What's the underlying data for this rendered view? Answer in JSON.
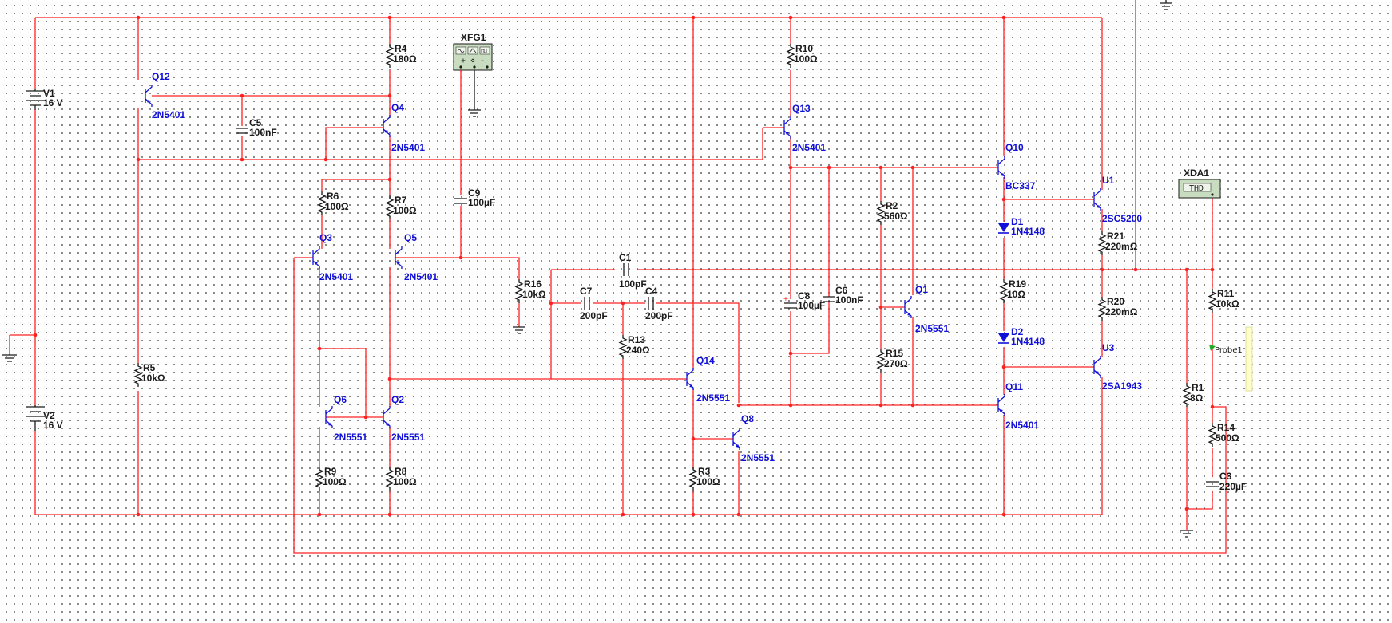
{
  "instruments": {
    "xfg1": {
      "ref": "XFG1"
    },
    "xda1": {
      "ref": "XDA1",
      "label": "THD"
    },
    "probe": {
      "label": "Probe1"
    }
  },
  "sources": [
    {
      "ref": "V1",
      "value": "16 V"
    },
    {
      "ref": "V2",
      "value": "16 V"
    }
  ],
  "resistors": [
    {
      "ref": "R4",
      "value": "180Ω"
    },
    {
      "ref": "R5",
      "value": "10kΩ"
    },
    {
      "ref": "R6",
      "value": "100Ω"
    },
    {
      "ref": "R7",
      "value": "100Ω"
    },
    {
      "ref": "R8",
      "value": "100Ω"
    },
    {
      "ref": "R9",
      "value": "100Ω"
    },
    {
      "ref": "R16",
      "value": "10kΩ"
    },
    {
      "ref": "R13",
      "value": "240Ω"
    },
    {
      "ref": "R3",
      "value": "100Ω"
    },
    {
      "ref": "R10",
      "value": "100Ω"
    },
    {
      "ref": "R2",
      "value": "560Ω"
    },
    {
      "ref": "R15",
      "value": "270Ω"
    },
    {
      "ref": "R19",
      "value": "10Ω"
    },
    {
      "ref": "R21",
      "value": "220mΩ"
    },
    {
      "ref": "R20",
      "value": "220mΩ"
    },
    {
      "ref": "R11",
      "value": "10kΩ"
    },
    {
      "ref": "R1",
      "value": "8Ω"
    },
    {
      "ref": "R14",
      "value": "500Ω"
    }
  ],
  "capacitors": [
    {
      "ref": "C5",
      "value": "100nF"
    },
    {
      "ref": "C9",
      "value": "100µF"
    },
    {
      "ref": "C1",
      "value": "100pF"
    },
    {
      "ref": "C7",
      "value": "200pF"
    },
    {
      "ref": "C4",
      "value": "200pF"
    },
    {
      "ref": "C8",
      "value": "100µF"
    },
    {
      "ref": "C6",
      "value": "100nF"
    },
    {
      "ref": "C3",
      "value": "220µF"
    }
  ],
  "transistors": [
    {
      "ref": "Q12",
      "value": "2N5401"
    },
    {
      "ref": "Q4",
      "value": "2N5401"
    },
    {
      "ref": "Q3",
      "value": "2N5401"
    },
    {
      "ref": "Q5",
      "value": "2N5401"
    },
    {
      "ref": "Q6",
      "value": "2N5551"
    },
    {
      "ref": "Q2",
      "value": "2N5551"
    },
    {
      "ref": "Q14",
      "value": "2N5551"
    },
    {
      "ref": "Q8",
      "value": "2N5551"
    },
    {
      "ref": "Q13",
      "value": "2N5401"
    },
    {
      "ref": "Q1",
      "value": "2N5551"
    },
    {
      "ref": "Q10",
      "value": "BC337"
    },
    {
      "ref": "Q11",
      "value": "2N5401"
    },
    {
      "ref": "U1",
      "value": "2SC5200"
    },
    {
      "ref": "U3",
      "value": "2SA1943"
    }
  ],
  "diodes": [
    {
      "ref": "D1",
      "value": "1N4148"
    },
    {
      "ref": "D2",
      "value": "1N4148"
    }
  ],
  "colors": {
    "wire": "#ff2020",
    "component": "#1a1a1a",
    "transistor": "#1010d8",
    "instrument": "#c8dcc0",
    "probe": "#22aa22"
  }
}
